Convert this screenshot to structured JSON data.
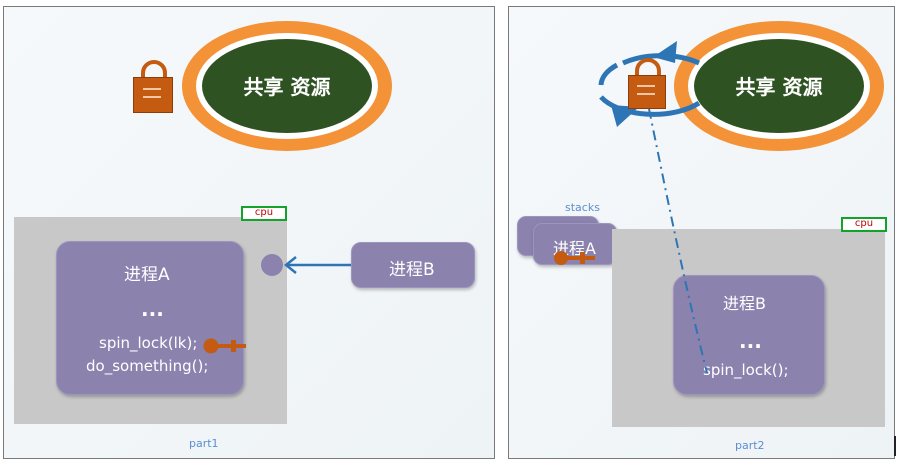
{
  "shared_resource_label": "共享 资源",
  "panel1": {
    "caption": "part1",
    "cpu_tag": "cpu",
    "process_a": {
      "name": "进程A",
      "ellipsis": "...",
      "line1": "spin_lock(lk);",
      "line2": "do_something();"
    },
    "process_b": {
      "name": "进程B"
    }
  },
  "panel2": {
    "caption": "part2",
    "cpu_tag": "cpu",
    "stacks_label": "stacks",
    "process_a": {
      "name": "进程A"
    },
    "process_b": {
      "name": "进程B",
      "ellipsis": "...",
      "line1": "spin_lock();"
    }
  },
  "colors": {
    "cpu_area": "#c8c8c8",
    "process": "#8b82ae",
    "resource_ring": "#f39237",
    "resource_core": "#2f5222",
    "lock": "#c55a11",
    "arrow": "#2e75b6",
    "cpu_tag_border": "#11a32a",
    "cpu_tag_text": "#c00000",
    "caption": "#5b8fd1"
  }
}
